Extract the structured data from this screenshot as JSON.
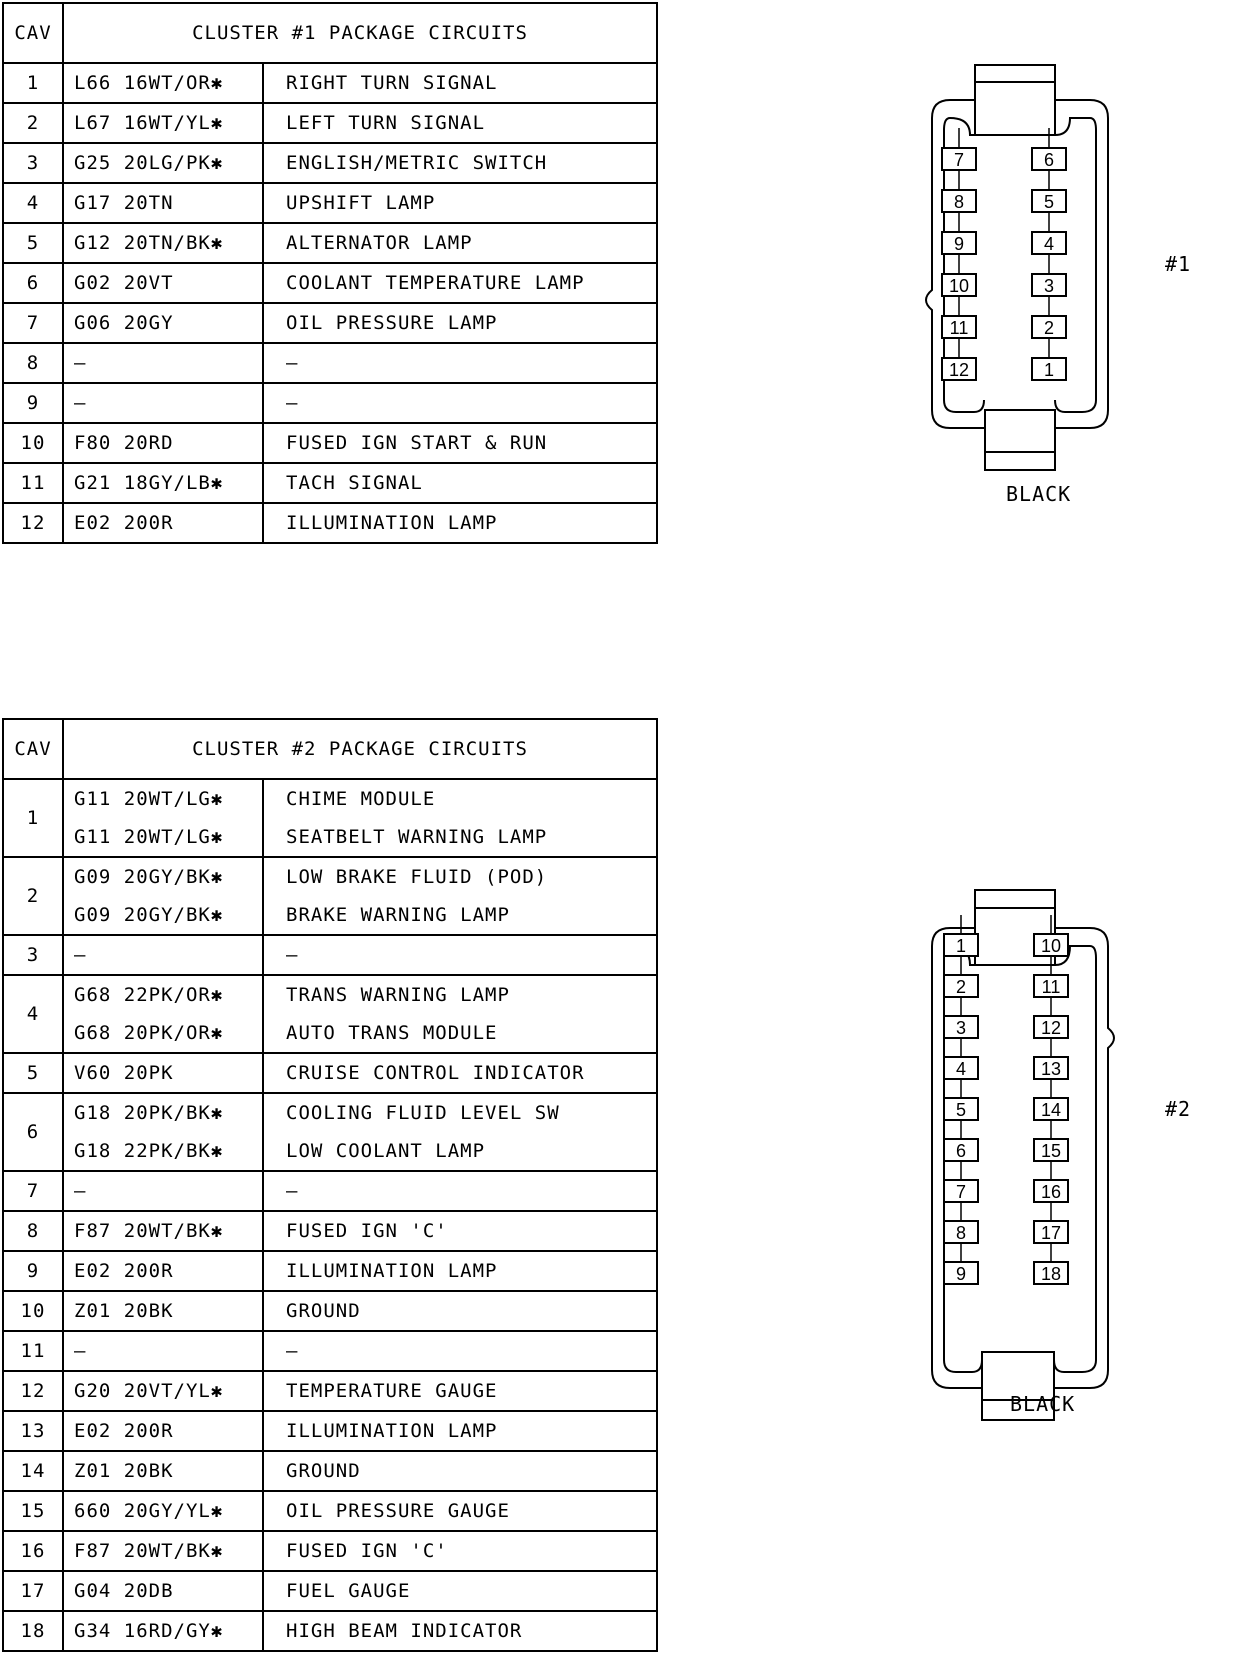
{
  "table1": {
    "cav_header": "CAV",
    "title": "CLUSTER #1 PACKAGE CIRCUITS",
    "rows": [
      {
        "cav": "1",
        "entries": [
          {
            "wire": "L66 16WT/OR✱",
            "function": "RIGHT TURN SIGNAL"
          }
        ]
      },
      {
        "cav": "2",
        "entries": [
          {
            "wire": "L67 16WT/YL✱",
            "function": "LEFT TURN SIGNAL"
          }
        ]
      },
      {
        "cav": "3",
        "entries": [
          {
            "wire": "G25 20LG/PK✱",
            "function": "ENGLISH/METRIC SWITCH"
          }
        ]
      },
      {
        "cav": "4",
        "entries": [
          {
            "wire": "G17 20TN",
            "function": "UPSHIFT LAMP"
          }
        ]
      },
      {
        "cav": "5",
        "entries": [
          {
            "wire": "G12 20TN/BK✱",
            "function": "ALTERNATOR LAMP"
          }
        ]
      },
      {
        "cav": "6",
        "entries": [
          {
            "wire": "G02 20VT",
            "function": "COOLANT TEMPERATURE LAMP"
          }
        ]
      },
      {
        "cav": "7",
        "entries": [
          {
            "wire": "G06 20GY",
            "function": "OIL PRESSURE LAMP"
          }
        ]
      },
      {
        "cav": "8",
        "entries": [
          {
            "wire": "—",
            "function": "—"
          }
        ]
      },
      {
        "cav": "9",
        "entries": [
          {
            "wire": "—",
            "function": "—"
          }
        ]
      },
      {
        "cav": "10",
        "entries": [
          {
            "wire": "F80 20RD",
            "function": "FUSED IGN START & RUN"
          }
        ]
      },
      {
        "cav": "11",
        "entries": [
          {
            "wire": "G21 18GY/LB✱",
            "function": "TACH SIGNAL"
          }
        ]
      },
      {
        "cav": "12",
        "entries": [
          {
            "wire": "E02 200R",
            "function": "ILLUMINATION LAMP"
          }
        ]
      }
    ]
  },
  "table2": {
    "cav_header": "CAV",
    "title": "CLUSTER #2 PACKAGE CIRCUITS",
    "rows": [
      {
        "cav": "1",
        "entries": [
          {
            "wire": "G11 20WT/LG✱",
            "function": "CHIME MODULE"
          },
          {
            "wire": "G11 20WT/LG✱",
            "function": "SEATBELT WARNING LAMP"
          }
        ]
      },
      {
        "cav": "2",
        "entries": [
          {
            "wire": "G09 20GY/BK✱",
            "function": "LOW BRAKE FLUID (POD)"
          },
          {
            "wire": "G09 20GY/BK✱",
            "function": "BRAKE WARNING LAMP"
          }
        ]
      },
      {
        "cav": "3",
        "entries": [
          {
            "wire": "—",
            "function": "—"
          }
        ]
      },
      {
        "cav": "4",
        "entries": [
          {
            "wire": "G68 22PK/OR✱",
            "function": "TRANS WARNING LAMP"
          },
          {
            "wire": "G68 20PK/OR✱",
            "function": "AUTO TRANS MODULE"
          }
        ]
      },
      {
        "cav": "5",
        "entries": [
          {
            "wire": "V60 20PK",
            "function": "CRUISE CONTROL INDICATOR"
          }
        ]
      },
      {
        "cav": "6",
        "entries": [
          {
            "wire": "G18 20PK/BK✱",
            "function": "COOLING FLUID LEVEL SW"
          },
          {
            "wire": "G18 22PK/BK✱",
            "function": "LOW COOLANT LAMP"
          }
        ]
      },
      {
        "cav": "7",
        "entries": [
          {
            "wire": "—",
            "function": "—"
          }
        ]
      },
      {
        "cav": "8",
        "entries": [
          {
            "wire": "F87 20WT/BK✱",
            "function": "FUSED IGN 'C'"
          }
        ]
      },
      {
        "cav": "9",
        "entries": [
          {
            "wire": "E02 200R",
            "function": "ILLUMINATION LAMP"
          }
        ]
      },
      {
        "cav": "10",
        "entries": [
          {
            "wire": "Z01 20BK",
            "function": "GROUND"
          }
        ]
      },
      {
        "cav": "11",
        "entries": [
          {
            "wire": "—",
            "function": "—"
          }
        ]
      },
      {
        "cav": "12",
        "entries": [
          {
            "wire": "G20 20VT/YL✱",
            "function": "TEMPERATURE GAUGE"
          }
        ]
      },
      {
        "cav": "13",
        "entries": [
          {
            "wire": "E02 200R",
            "function": "ILLUMINATION LAMP"
          }
        ]
      },
      {
        "cav": "14",
        "entries": [
          {
            "wire": "Z01 20BK",
            "function": "GROUND"
          }
        ]
      },
      {
        "cav": "15",
        "entries": [
          {
            "wire": "660 20GY/YL✱",
            "function": "OIL PRESSURE GAUGE"
          }
        ]
      },
      {
        "cav": "16",
        "entries": [
          {
            "wire": "F87 20WT/BK✱",
            "function": "FUSED IGN 'C'"
          }
        ]
      },
      {
        "cav": "17",
        "entries": [
          {
            "wire": "G04 20DB",
            "function": "FUEL GAUGE"
          }
        ]
      },
      {
        "cav": "18",
        "entries": [
          {
            "wire": "G34 16RD/GY✱",
            "function": "HIGH BEAM INDICATOR"
          }
        ]
      }
    ]
  },
  "connector1": {
    "id_label": "#1",
    "color_label": "BLACK",
    "left_pins": [
      "7",
      "8",
      "9",
      "10",
      "11",
      "12"
    ],
    "right_pins": [
      "6",
      "5",
      "4",
      "3",
      "2",
      "1"
    ]
  },
  "connector2": {
    "id_label": "#2",
    "color_label": "BLACK",
    "left_pins": [
      "1",
      "2",
      "3",
      "4",
      "5",
      "6",
      "7",
      "8",
      "9"
    ],
    "right_pins": [
      "10",
      "11",
      "12",
      "13",
      "14",
      "15",
      "16",
      "17",
      "18"
    ]
  }
}
